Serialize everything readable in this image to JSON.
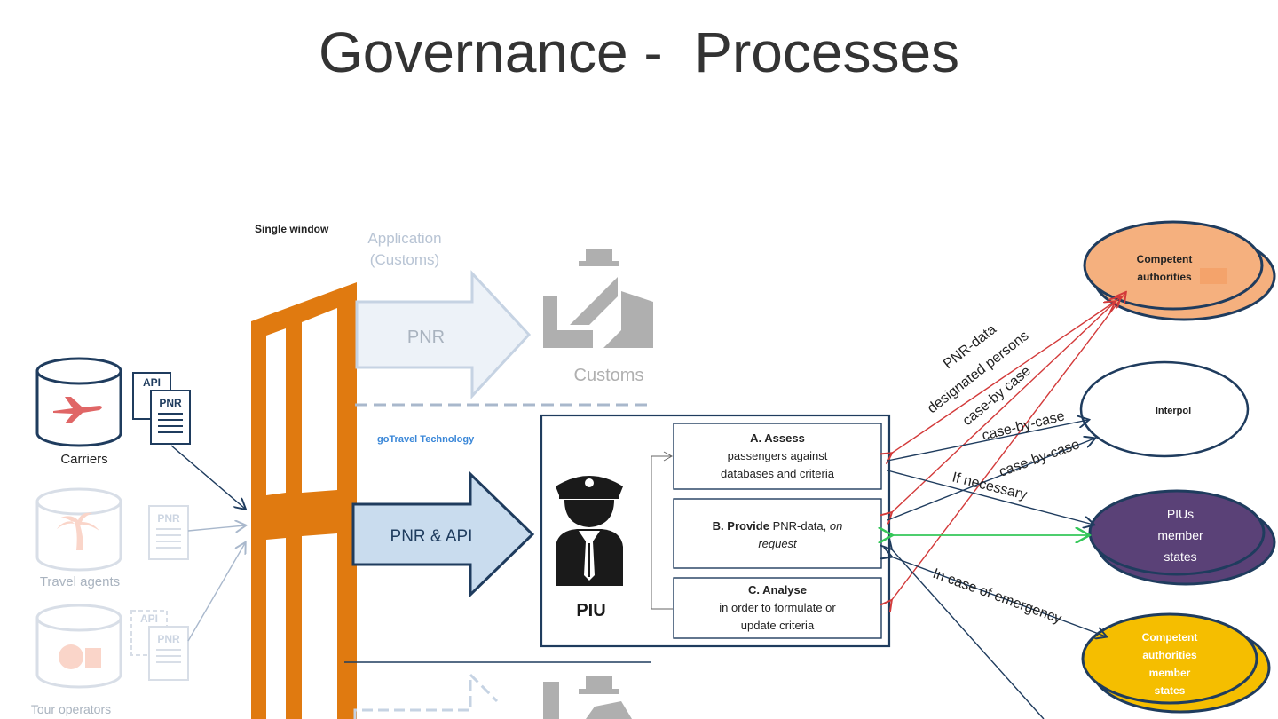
{
  "title": "Governance -  Processes",
  "single_window": "Single window",
  "application_line1": "Application",
  "application_line2": "(Customs)",
  "top_arrow_label": "PNR",
  "customs_label": "Customs",
  "gotravel_label": "goTravel Technology",
  "main_arrow_label": "PNR & API",
  "piu_label": "PIU",
  "sources": {
    "carriers": "Carriers",
    "travel_agents": "Travel agents",
    "tour_operators": "Tour operators",
    "doc_api": "API",
    "doc_pnr": "PNR"
  },
  "boxes": {
    "a_title": "A. Assess",
    "a_line1": "passengers against",
    "a_line2": "databases and criteria",
    "b_bold": "B. Provide",
    "b_rest": " PNR-data, ",
    "b_italic1": "on",
    "b_italic2": "request",
    "c_title": "C. Analyse",
    "c_line1": "in order to formulate or",
    "c_line2": "update criteria"
  },
  "edge_labels": {
    "pnr_data": "PNR-data",
    "designated": "designated persons",
    "cbc1": "case-by case",
    "cbc2": "case-by-case",
    "cbc3": "case-by-case",
    "if_necessary": "If necessary",
    "emergency": "In case of emergency"
  },
  "targets": {
    "competent1": "Competent",
    "competent2": "authorities",
    "interpol": "Interpol",
    "pius1": "PIUs",
    "pius2": "member",
    "pius3": "states",
    "cams1": "Competent",
    "cams2": "authorities",
    "cams3": "member",
    "cams4": "states"
  },
  "colors": {
    "orange": "#E07A10",
    "navy": "#1F3C5E",
    "red": "#D33A3A",
    "green": "#34C759",
    "blue_text": "#3A87D8",
    "peach": "#F5B07E",
    "purple": "#5A4177",
    "yellow": "#F5BE00"
  }
}
